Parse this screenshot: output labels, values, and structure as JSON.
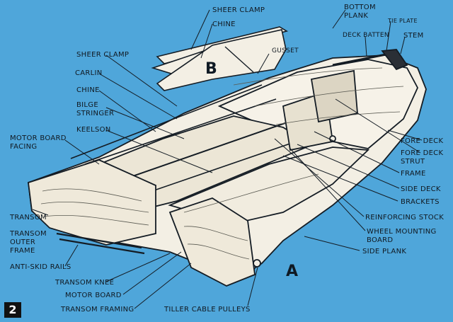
{
  "figure_number": "2",
  "part_letters": {
    "detail": "B",
    "hull": "A"
  },
  "labels": [
    "SHEER CLAMP",
    "CHINE",
    "BOTTOM",
    "PLANK",
    "TIE PLATE",
    "DECK BATTEN",
    "STEM",
    "GUSSET",
    "SHEER CLAMP",
    "CARLIN",
    "CHINE",
    "BILGE",
    "STRINGER",
    "KEELSON",
    "MOTOR BOARD",
    "FACING",
    "FORE DECK",
    "FORE DECK",
    "STRUT",
    "FRAME",
    "SIDE DECK",
    "BRACKETS",
    "REINFORCING STOCK",
    "WHEEL MOUNTING",
    "BOARD",
    "TRANSOM",
    "TRANSOM",
    "OUTER",
    "FRAME",
    "SIDE PLANK",
    "ANTI-SKID RAILS",
    "TRANSOM KNEE",
    "MOTOR BOARD",
    "TRANSOM FRAMING",
    "TILLER CABLE PULLEYS"
  ],
  "colors": {
    "background": "#4fa6da",
    "wood": "#f3efe4",
    "ink": "#141c24"
  }
}
